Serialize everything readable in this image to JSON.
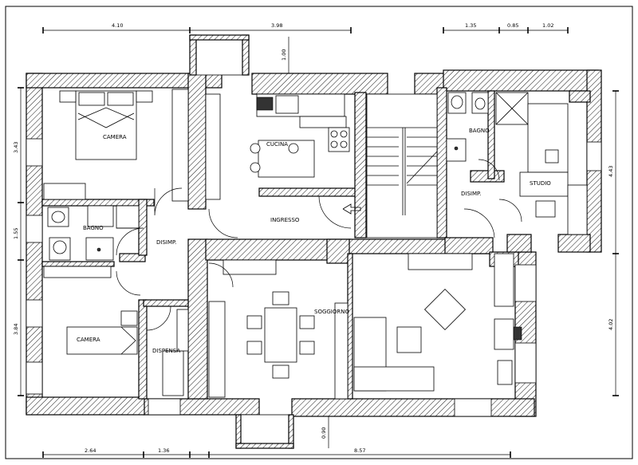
{
  "rooms": {
    "camera_top": "CAMERA",
    "bagno_left": "BAGNO",
    "disimp_left": "DISIMP.",
    "camera_bottom": "CAMERA",
    "dispensa": "DISPENSA",
    "cucina": "CUCINA",
    "ingresso": "INGRESSO",
    "soggiorno": "SOGGIORNO",
    "bagno_right": "BAGNO",
    "disimp_right": "DISIMP.",
    "studio": "STUDIO"
  },
  "dimensions": {
    "top": [
      "4.10",
      "3.98",
      "1.35",
      "0.85",
      "1.02"
    ],
    "balcony_top": "1.00",
    "left": [
      "3.43",
      "1.55",
      "3.84"
    ],
    "right": [
      "4.43",
      "4.02"
    ],
    "bottom": [
      "2.64",
      "1.36",
      "8.57"
    ],
    "balcony_bottom": "0.90"
  },
  "colors": {
    "line": "#000000",
    "background": "#ffffff"
  }
}
